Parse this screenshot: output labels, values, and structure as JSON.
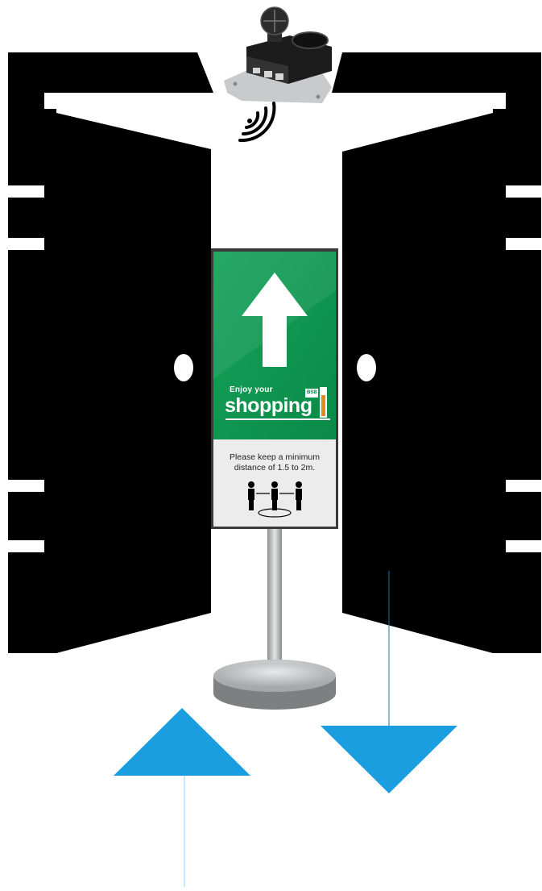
{
  "sign": {
    "line1": "Enjoy your",
    "line2": "shopping",
    "badge": "BSB",
    "notice": "Please keep a minimum distance of 1.5 to 2m."
  },
  "colors": {
    "door": "#000000",
    "sign_green": "#0f9a52",
    "sign_panel": "#ececec",
    "arrow_blue": "#1b9ee0",
    "stand_metal": "#b4b6b8"
  },
  "icons": [
    "sensor-device-icon",
    "wireless-signal-icon",
    "up-arrow-icon",
    "social-distance-people-icon",
    "entry-arrow-icon",
    "exit-arrow-icon"
  ]
}
